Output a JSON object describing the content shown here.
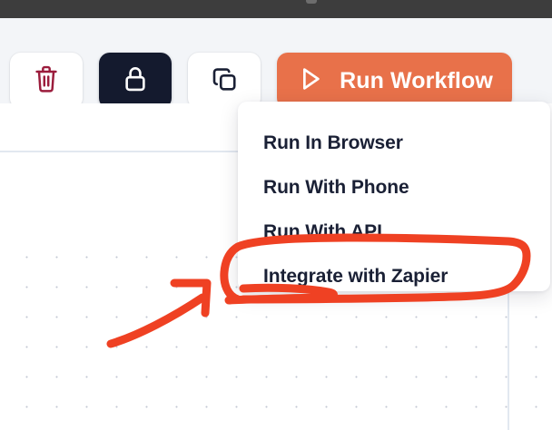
{
  "window": {
    "chrome_bar_color": "#3d3d3d"
  },
  "toolbar": {
    "background_color": "#f3f5f8",
    "buttons": [
      {
        "name": "delete",
        "icon": "trash-icon",
        "icon_color": "#9b1c3c",
        "background": "#ffffff",
        "state": "default"
      },
      {
        "name": "lock",
        "icon": "lock-icon",
        "icon_color": "#ffffff",
        "background": "#141a2e",
        "state": "active"
      },
      {
        "name": "duplicate",
        "icon": "copy-icon",
        "icon_color": "#1a2035",
        "background": "#ffffff",
        "state": "default"
      }
    ],
    "run_button": {
      "label": "Run Workflow",
      "icon": "play-icon",
      "background": "#e8714a",
      "text_color": "#ffffff"
    }
  },
  "menu": {
    "items": [
      {
        "label": "Run In Browser"
      },
      {
        "label": "Run With Phone"
      },
      {
        "label": "Run With API"
      },
      {
        "label": "Integrate with Zapier"
      }
    ],
    "highlighted_item_index": 3,
    "background": "#ffffff",
    "text_color": "#1a2035"
  },
  "canvas": {
    "background": "#ffffff",
    "grid": "dot-grid",
    "grid_dot_color": "#b9bfcc",
    "divider_color": "#e2e8f0"
  },
  "annotation": {
    "color": "#ef4123",
    "shapes": [
      {
        "type": "circle-highlight",
        "target": "Integrate with Zapier"
      },
      {
        "type": "arrow",
        "points_to": "Integrate with Zapier"
      }
    ]
  }
}
